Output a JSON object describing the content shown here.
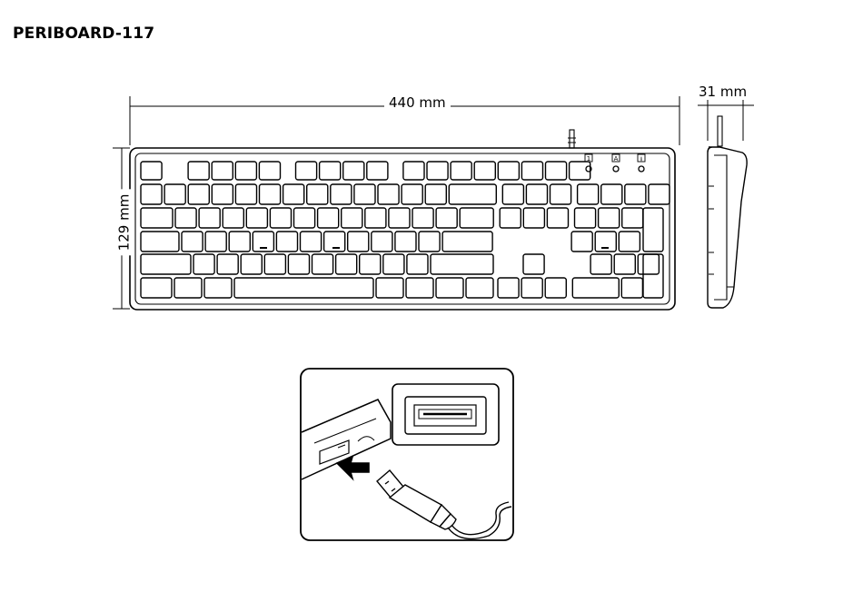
{
  "title": "PERIBOARD-117",
  "dimensions": {
    "width": "440 mm",
    "height": "129 mm",
    "depth": "31 mm"
  },
  "indicators": [
    "1",
    "A",
    "⭳"
  ],
  "illustration": {
    "top_view": "keyboard-top-view",
    "side_view": "keyboard-side-view",
    "usb_inset": "usb-connection-diagram"
  }
}
